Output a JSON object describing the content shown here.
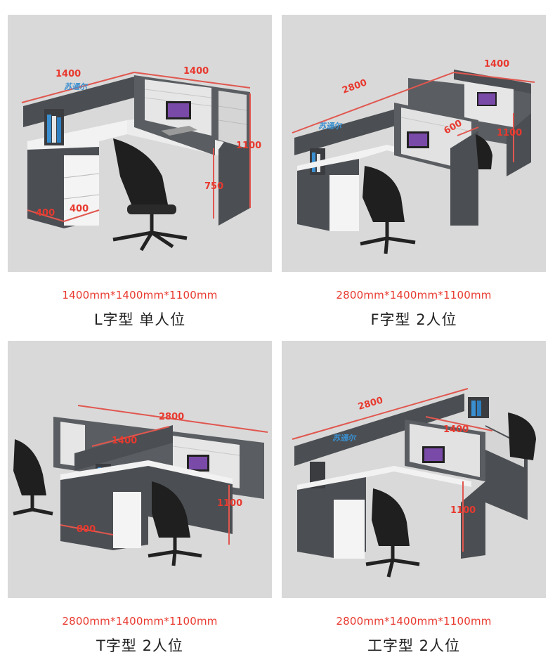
{
  "colors": {
    "accent": "#e8392f",
    "panel_bg": "#d9d9d9",
    "dim_line": "#e0574f",
    "desk_dark": "#4b4e52",
    "desk_top": "#f2f2f2"
  },
  "products": [
    {
      "dimensions": "1400mm*1400mm*1100mm",
      "name": "L字型 单人位",
      "labels": [
        "1400",
        "1400",
        "1100",
        "750",
        "400",
        "400"
      ],
      "brand": "苏通尔"
    },
    {
      "dimensions": "2800mm*1400mm*1100mm",
      "name": "F字型 2人位",
      "labels": [
        "2800",
        "1400",
        "600",
        "1100"
      ],
      "brand": "苏通尔"
    },
    {
      "dimensions": "2800mm*1400mm*1100mm",
      "name": "T字型 2人位",
      "labels": [
        "2800",
        "1400",
        "1100",
        "800"
      ],
      "brand": ""
    },
    {
      "dimensions": "2800mm*1400mm*1100mm",
      "name": "工字型 2人位",
      "labels": [
        "2800",
        "1400",
        "1100"
      ],
      "brand": "苏通尔"
    }
  ]
}
